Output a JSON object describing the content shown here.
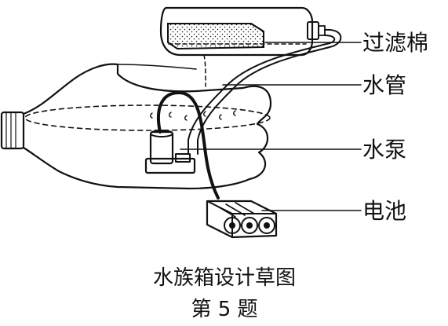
{
  "labels": {
    "filter_cotton": "过滤棉",
    "water_pipe": "水管",
    "water_pump": "水泵",
    "battery": "电池"
  },
  "caption": {
    "title": "水族箱设计草图",
    "question": "第 5 题"
  }
}
